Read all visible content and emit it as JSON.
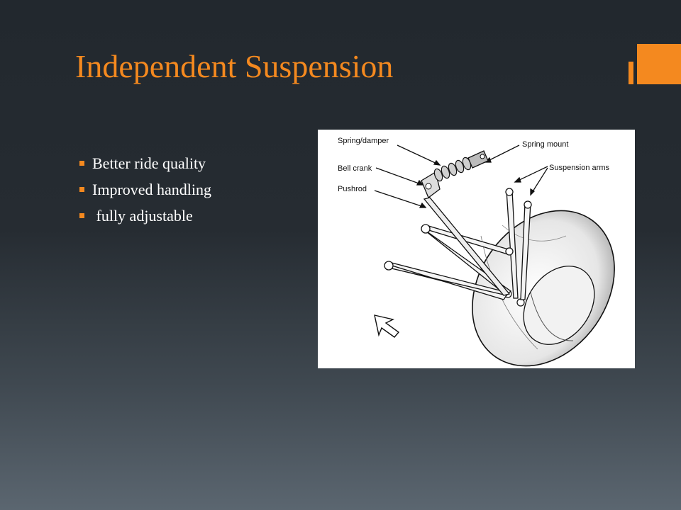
{
  "slide": {
    "title": "Independent Suspension",
    "accent_color": "#f4891f",
    "bullets": [
      "Better ride quality",
      "Improved handling",
      " fully adjustable"
    ]
  },
  "figure": {
    "labels": {
      "spring_damper": "Spring/damper",
      "spring_mount": "Spring mount",
      "bell_crank": "Bell crank",
      "suspension_arms": "Suspension arms",
      "pushrod": "Pushrod"
    }
  }
}
